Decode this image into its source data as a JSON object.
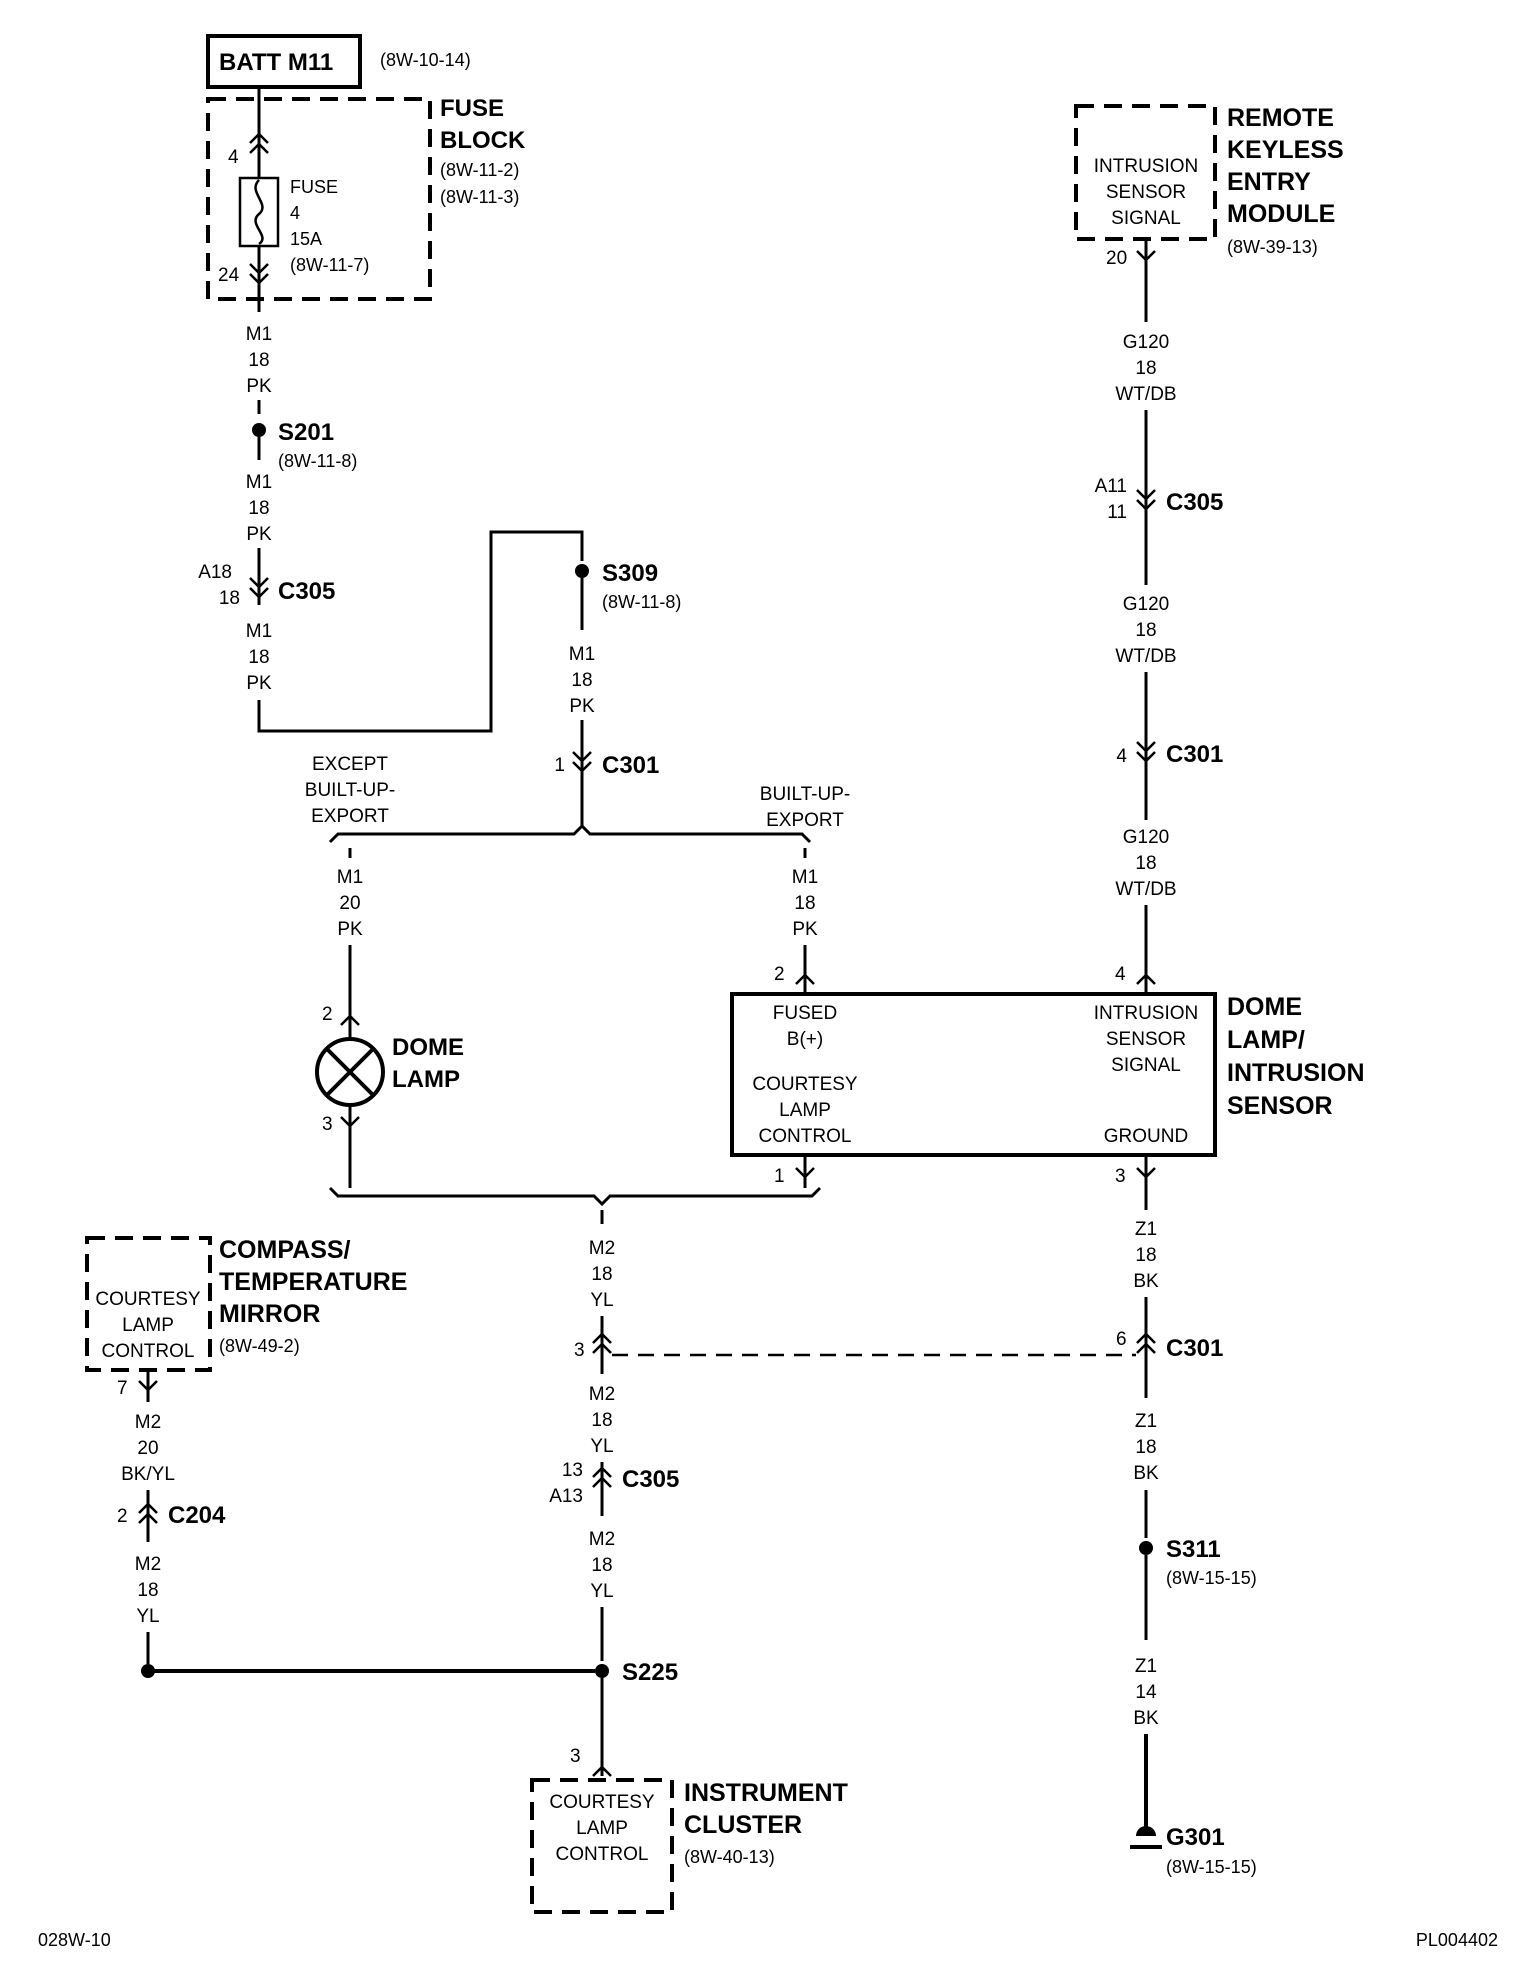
{
  "battery": {
    "label": "BATT M11",
    "ref": "(8W-10-14)"
  },
  "fuse_block": {
    "title_1": "FUSE",
    "title_2": "BLOCK",
    "ref_1": "(8W-11-2)",
    "ref_2": "(8W-11-3)",
    "pin_in": "4",
    "pin_out": "24",
    "fuse_label": "FUSE",
    "fuse_number": "4",
    "fuse_rating": "15A",
    "fuse_ref": "(8W-11-7)"
  },
  "wire_m1_18pk": {
    "circuit": "M1",
    "gauge": "18",
    "color": "PK"
  },
  "wire_m1_20pk": {
    "circuit": "M1",
    "gauge": "20",
    "color": "PK"
  },
  "wire_m2_18yl": {
    "circuit": "M2",
    "gauge": "18",
    "color": "YL"
  },
  "wire_m2_20bkyl": {
    "circuit": "M2",
    "gauge": "20",
    "color": "BK/YL"
  },
  "wire_g120": {
    "circuit": "G120",
    "gauge": "18",
    "color": "WT/DB"
  },
  "wire_z1_18bk": {
    "circuit": "Z1",
    "gauge": "18",
    "color": "BK"
  },
  "wire_z1_14bk": {
    "circuit": "Z1",
    "gauge": "14",
    "color": "BK"
  },
  "splices": {
    "s201": {
      "label": "S201",
      "ref": "(8W-11-8)"
    },
    "s309": {
      "label": "S309",
      "ref": "(8W-11-8)"
    },
    "s225": {
      "label": "S225"
    },
    "s311": {
      "label": "S311",
      "ref": "(8W-15-15)"
    }
  },
  "connectors": {
    "c305_left": {
      "label": "C305",
      "pin_a": "A18",
      "pin_b": "18"
    },
    "c301_top": {
      "label": "C301",
      "pin": "1"
    },
    "c305_right": {
      "label": "C305",
      "pin_a": "A11",
      "pin_b": "11"
    },
    "c301_right": {
      "label": "C301",
      "pin": "4"
    },
    "c301_mid": {
      "label": "C301",
      "pin_left": "3",
      "pin_right": "6"
    },
    "c305_mid": {
      "label": "C305",
      "pin_a": "13",
      "pin_b": "A13"
    },
    "c204": {
      "label": "C204",
      "pin": "2"
    }
  },
  "branches": {
    "except_1": "EXCEPT",
    "except_2": "BUILT-UP-",
    "except_3": "EXPORT",
    "built_1": "BUILT-UP-",
    "built_2": "EXPORT"
  },
  "remote_keyless": {
    "title_1": "REMOTE",
    "title_2": "KEYLESS",
    "title_3": "ENTRY",
    "title_4": "MODULE",
    "ref": "(8W-39-13)",
    "box_1": "INTRUSION",
    "box_2": "SENSOR",
    "box_3": "SIGNAL",
    "pin": "20"
  },
  "dome_lamp": {
    "title_1": "DOME",
    "title_2": "LAMP",
    "pin_top": "2",
    "pin_bottom": "3"
  },
  "intrusion_sensor": {
    "title_1": "DOME",
    "title_2": "LAMP/",
    "title_3": "INTRUSION",
    "title_4": "SENSOR",
    "fused_1": "FUSED",
    "fused_2": "B(+)",
    "courtesy_1": "COURTESY",
    "courtesy_2": "LAMP",
    "courtesy_3": "CONTROL",
    "sig_1": "INTRUSION",
    "sig_2": "SENSOR",
    "sig_3": "SIGNAL",
    "ground": "GROUND",
    "pin_fused": "2",
    "pin_signal": "4",
    "pin_courtesy": "1",
    "pin_ground": "3"
  },
  "compass_mirror": {
    "title_1": "COMPASS/",
    "title_2": "TEMPERATURE",
    "title_3": "MIRROR",
    "ref": "(8W-49-2)",
    "box_1": "COURTESY",
    "box_2": "LAMP",
    "box_3": "CONTROL",
    "pin": "7"
  },
  "instrument_cluster": {
    "title_1": "INSTRUMENT",
    "title_2": "CLUSTER",
    "ref": "(8W-40-13)",
    "box_1": "COURTESY",
    "box_2": "LAMP",
    "box_3": "CONTROL",
    "pin": "3"
  },
  "ground_g301": {
    "label": "G301",
    "ref": "(8W-15-15)"
  },
  "footer": {
    "left": "028W-10",
    "right": "PL004402"
  }
}
